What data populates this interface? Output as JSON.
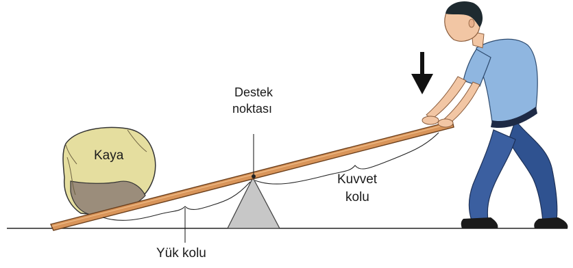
{
  "labels": {
    "rock": "Kaya",
    "fulcrum_line1": "Destek",
    "fulcrum_line2": "noktası",
    "effort_arm_line1": "Kuvvet",
    "effort_arm_line2": "kolu",
    "load_arm": "Yük kolu"
  },
  "icons": {
    "force_arrow": "down-arrow-icon"
  },
  "colors": {
    "lever": "#d9955a",
    "lever_edge": "#7a4a22",
    "fulcrum": "#c8c8c8",
    "rock_top": "#e6dfa3",
    "rock_bottom": "#9a8a78",
    "shirt": "#8fb6e0",
    "pants": "#3b5fa0",
    "skin": "#f2c6a4",
    "hair": "#1e2a30"
  }
}
